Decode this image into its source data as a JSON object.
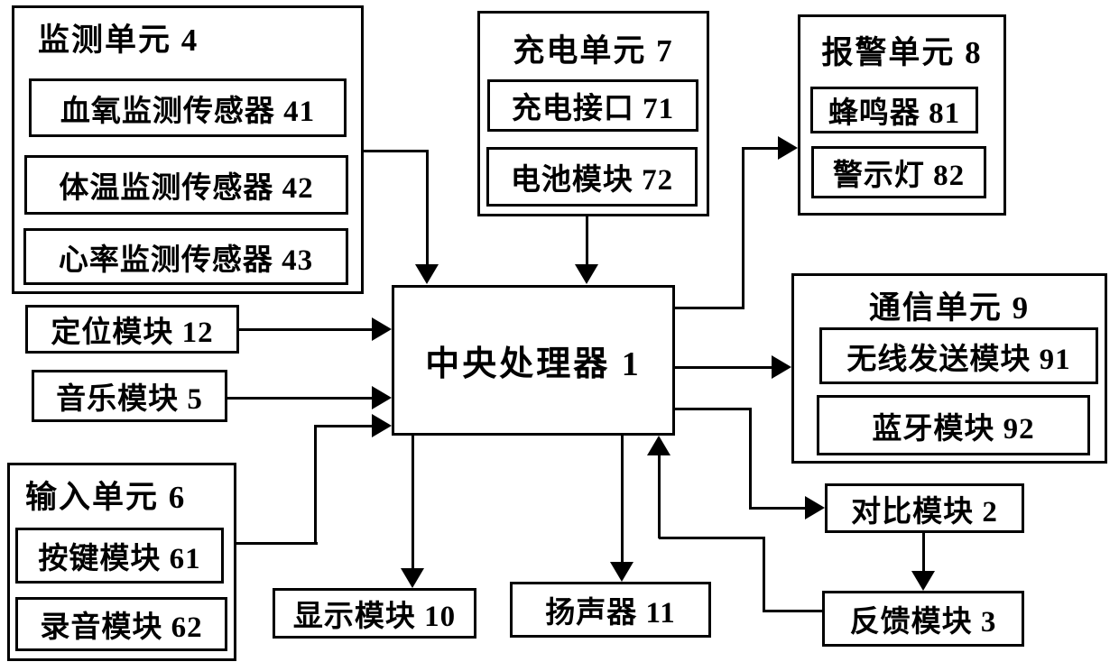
{
  "figure": {
    "background_color": "#ffffff",
    "line_color": "#000000"
  },
  "nodes": {
    "monitoring_unit": {
      "title": "监测单元 4",
      "items": [
        "血氧监测传感器 41",
        "体温监测传感器 42",
        "心率监测传感器 43"
      ]
    },
    "charging_unit": {
      "title": "充电单元 7",
      "items": [
        "充电接口 71",
        "电池模块 72"
      ]
    },
    "alarm_unit": {
      "title": "报警单元 8",
      "items": [
        "蜂鸣器 81",
        "警示灯 82"
      ]
    },
    "comm_unit": {
      "title": "通信单元 9",
      "items": [
        "无线发送模块 91",
        "蓝牙模块 92"
      ]
    },
    "input_unit": {
      "title": "输入单元 6",
      "items": [
        "按键模块 61",
        "录音模块 62"
      ]
    },
    "cpu": {
      "label": "中央处理器 1"
    },
    "positioning_module": {
      "label": "定位模块 12"
    },
    "music_module": {
      "label": "音乐模块 5"
    },
    "display_module": {
      "label": "显示模块 10"
    },
    "speaker": {
      "label": "扬声器 11"
    },
    "compare_module": {
      "label": "对比模块 2"
    },
    "feedback_module": {
      "label": "反馈模块 3"
    }
  },
  "connections": [
    {
      "from": "监测单元 4",
      "to": "中央处理器 1"
    },
    {
      "from": "充电单元 7",
      "to": "中央处理器 1"
    },
    {
      "from": "定位模块 12",
      "to": "中央处理器 1"
    },
    {
      "from": "音乐模块 5",
      "to": "中央处理器 1"
    },
    {
      "from": "输入单元 6",
      "to": "中央处理器 1"
    },
    {
      "from": "中央处理器 1",
      "to": "报警单元 8"
    },
    {
      "from": "中央处理器 1",
      "to": "通信单元 9"
    },
    {
      "from": "中央处理器 1",
      "to": "对比模块 2"
    },
    {
      "from": "中央处理器 1",
      "to": "显示模块 10"
    },
    {
      "from": "中央处理器 1",
      "to": "扬声器 11"
    },
    {
      "from": "对比模块 2",
      "to": "反馈模块 3"
    },
    {
      "from": "反馈模块 3",
      "to": "中央处理器 1"
    }
  ]
}
